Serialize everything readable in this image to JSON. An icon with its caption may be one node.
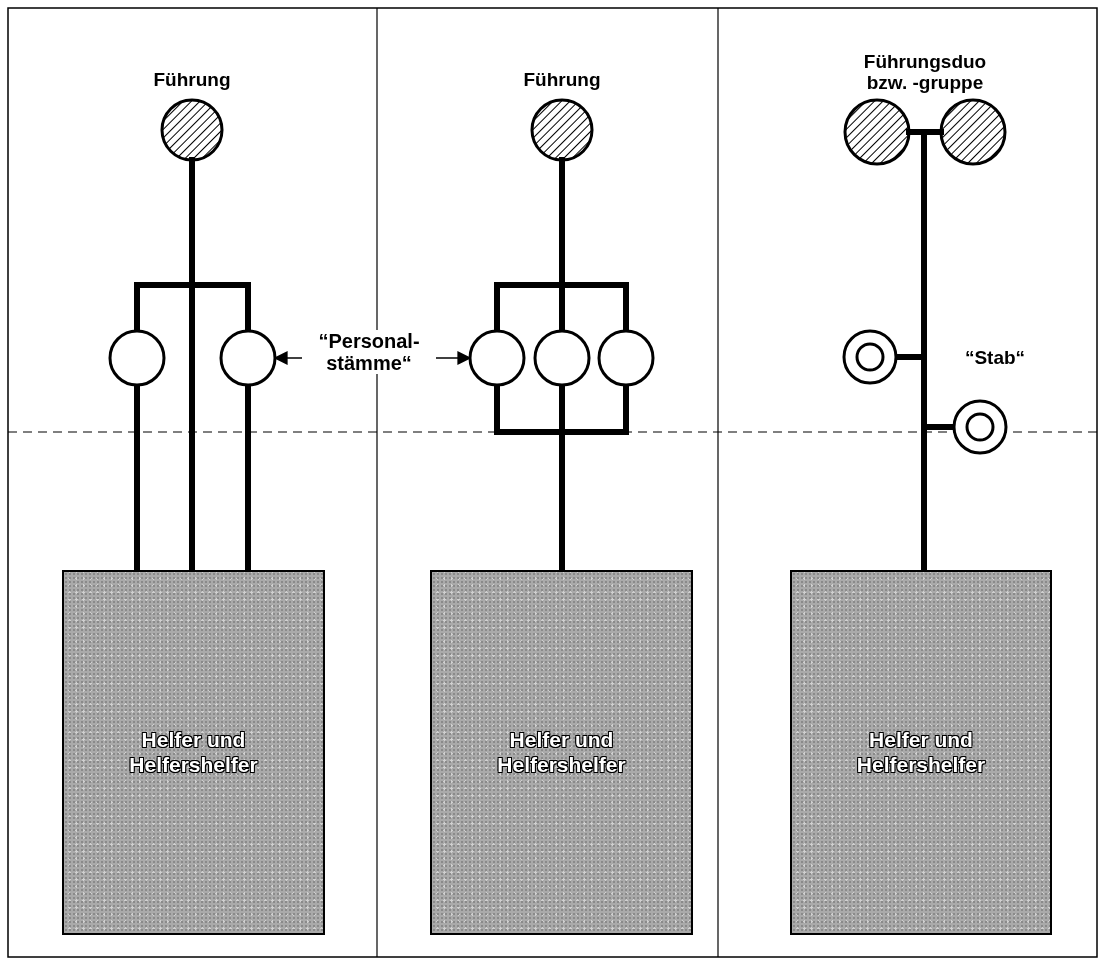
{
  "diagram": {
    "nodes": [
      {
        "text": [
          "Führung"
        ]
      },
      {
        "text": [],
        "shape": "circle"
      },
      {
        "text": [],
        "shape": "circle"
      },
      {
        "text": [
          "Helfer und Helfershelfer"
        ]
      },
      {
        "text": [
          "“Personal- stämme“"
        ]
      },
      {
        "text": [
          "Führung"
        ]
      },
      {
        "text": [],
        "shape": "circle"
      },
      {
        "text": [],
        "shape": "circle"
      },
      {
        "text": [],
        "shape": "circle"
      },
      {
        "text": [
          "Helfer und Helfershelfer"
        ]
      },
      {
        "text": [],
        "shape": "circle"
      },
      {
        "text": [],
        "shape": "circle"
      },
      {
        "text": [],
        "shape": "circle"
      },
      {
        "text": [],
        "shape": "circle"
      },
      {
        "text": [
          "Helfer und Helfershelfer"
        ]
      }
    ],
    "edges": [
      {
        "from": 0,
        "to": 1,
        "arrow": "none"
      },
      {
        "from": 0,
        "to": 2,
        "arrow": "none"
      },
      {
        "from": 0,
        "to": 3,
        "arrow": "none"
      },
      {
        "from": 1,
        "to": 3,
        "arrow": "none"
      },
      {
        "from": 2,
        "to": 3,
        "arrow": "none"
      },
      {
        "from": 4,
        "to": 2,
        "arrow": "to"
      },
      {
        "from": 4,
        "to": 6,
        "arrow": "to"
      },
      {
        "from": 5,
        "to": 6,
        "arrow": "none"
      },
      {
        "from": 5,
        "to": 7,
        "arrow": "none"
      },
      {
        "from": 5,
        "to": 8,
        "arrow": "none"
      },
      {
        "from": 6,
        "to": 9,
        "arrow": "none"
      },
      {
        "from": 7,
        "to": 9,
        "arrow": "none"
      },
      {
        "from": 8,
        "to": 9,
        "arrow": "none"
      },
      {
        "from": 10,
        "to": 14,
        "arrow": "none"
      },
      {
        "from": 11,
        "to": 14,
        "arrow": "none"
      },
      {
        "from": 12,
        "to": 14,
        "arrow": "none"
      },
      {
        "from": 13,
        "to": 14,
        "arrow": "none"
      }
    ],
    "labels": [
      "Führungsduo bzw. -gruppe",
      "“Stab“"
    ]
  }
}
